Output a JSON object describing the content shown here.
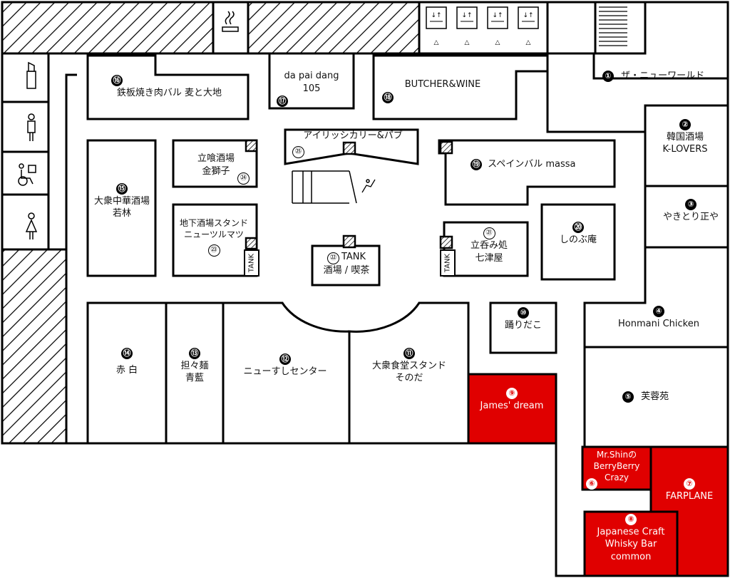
{
  "shops": [
    {
      "id": "s1",
      "num": "①",
      "name": "ザ・ニューワールド"
    },
    {
      "id": "s2",
      "num": "②",
      "name": "韓国酒場",
      "name2": "K-LOVERS"
    },
    {
      "id": "s3",
      "num": "③",
      "name": "やきとり正や"
    },
    {
      "id": "s4",
      "num": "④",
      "name": "Honmani Chicken"
    },
    {
      "id": "s5",
      "num": "⑤",
      "name": "芙蓉苑"
    },
    {
      "id": "s6",
      "num": "⑥",
      "name": "Mr.Shinの",
      "name2": "BerryBerry",
      "name3": "Crazy"
    },
    {
      "id": "s7",
      "num": "⑦",
      "name": "FARPLANE"
    },
    {
      "id": "s8",
      "num": "⑧",
      "name": "Japanese Craft",
      "name2": "Whisky Bar",
      "name3": "common"
    },
    {
      "id": "s9",
      "num": "⑨",
      "name": "James' dream"
    },
    {
      "id": "s10",
      "num": "⑩",
      "name": "踊りだこ"
    },
    {
      "id": "s11",
      "num": "⑪",
      "name": "大衆食堂スタンド",
      "name2": "そのだ"
    },
    {
      "id": "s12",
      "num": "⑫",
      "name": "ニューすしセンター"
    },
    {
      "id": "s13",
      "num": "⑬",
      "name": "担々麺",
      "name2": "青藍"
    },
    {
      "id": "s14",
      "num": "⑭",
      "name": "赤 白"
    },
    {
      "id": "s15",
      "num": "⑮",
      "name": "大衆中華酒場",
      "name2": "若林"
    },
    {
      "id": "s16",
      "num": "⑯",
      "name": "鉄板焼き肉バル 麦と大地"
    },
    {
      "id": "s17",
      "num": "⑰",
      "name": "da pai dang",
      "name2": "105"
    },
    {
      "id": "s18",
      "num": "⑱",
      "name": "BUTCHER&WINE"
    },
    {
      "id": "s19",
      "num": "⑲",
      "name": "スペインバル massa"
    },
    {
      "id": "s20",
      "num": "⑳",
      "name": "しのぶ庵"
    },
    {
      "id": "s21",
      "num": "㉑",
      "name": "立呑み処",
      "name2": "七津屋"
    },
    {
      "id": "s22",
      "num": "㉒",
      "name": "TANK",
      "name2": "酒場 / 喫茶"
    },
    {
      "id": "s23",
      "num": "㉓",
      "name": "地下酒場スタンド",
      "name2": "ニューツルマツ"
    },
    {
      "id": "s24",
      "num": "㉔",
      "name": "立喰酒場",
      "name2": "金獅子"
    },
    {
      "id": "s25",
      "num": "㉕",
      "name": "アイリッシカリー&パブ"
    }
  ],
  "tank_label": "TANK",
  "colors": {
    "highlight": "#e00000",
    "wall": "#000000"
  },
  "icons": [
    "smoking-icon",
    "elevator-icon",
    "lipstick-icon",
    "man-restroom-icon",
    "wheelchair-icon",
    "woman-restroom-icon",
    "stairs-icon",
    "escalator-icon"
  ]
}
